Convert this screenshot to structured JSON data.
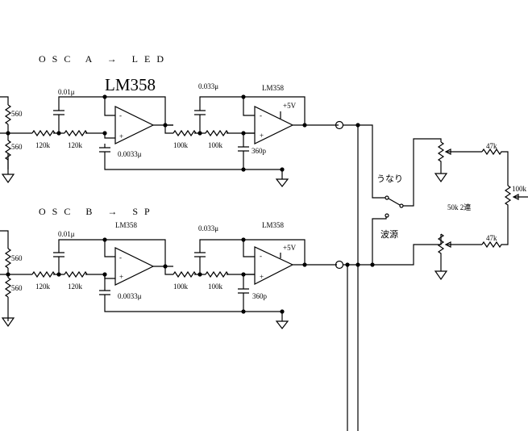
{
  "titles": {
    "a": "OSC A → LED",
    "b": "OSC B → SP"
  },
  "chips": {
    "a1": "LM358",
    "a2": "LM358",
    "b1": "LM358",
    "b2": "LM358"
  },
  "components": {
    "r560": "560",
    "r120k": "120k",
    "r100k": "100k",
    "c001": "0.01μ",
    "c0033": "0.033μ",
    "c00033": "0.0033μ",
    "c360p": "360p",
    "vcc": "+5V",
    "minus": "-",
    "plus": "+",
    "r47k": "47k",
    "r100k_right": "100k",
    "pot": "50k 2連"
  },
  "switch": {
    "beat": "うなり",
    "source": "波源"
  }
}
